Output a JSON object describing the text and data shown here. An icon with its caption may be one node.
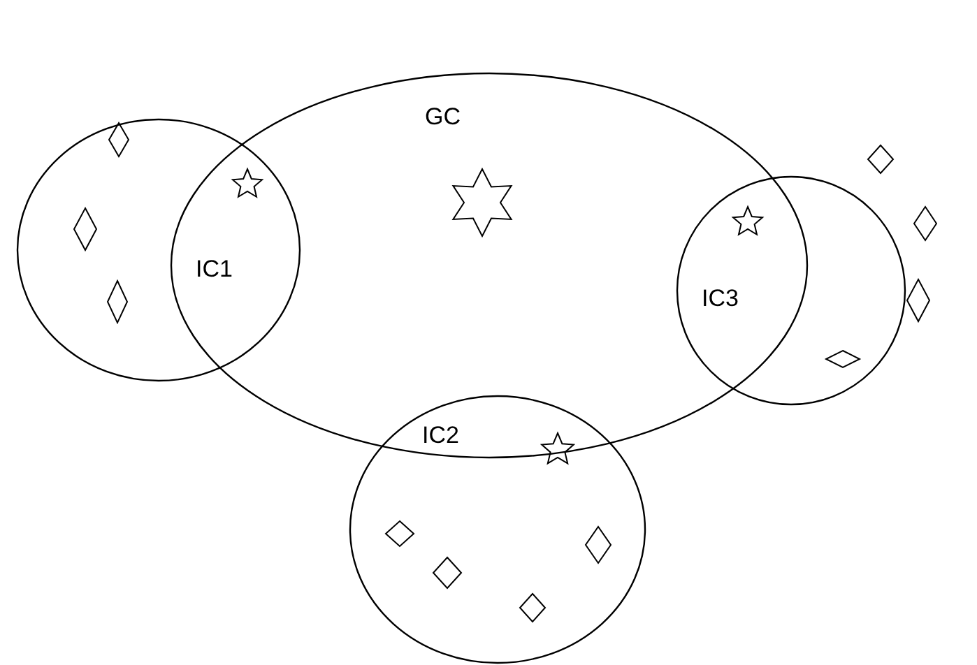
{
  "diagram": {
    "nodes": [
      {
        "text": [
          "GC"
        ]
      },
      {
        "text": [
          "IC1"
        ]
      },
      {
        "text": [
          "IC2"
        ]
      },
      {
        "text": [
          "IC3"
        ]
      }
    ]
  }
}
